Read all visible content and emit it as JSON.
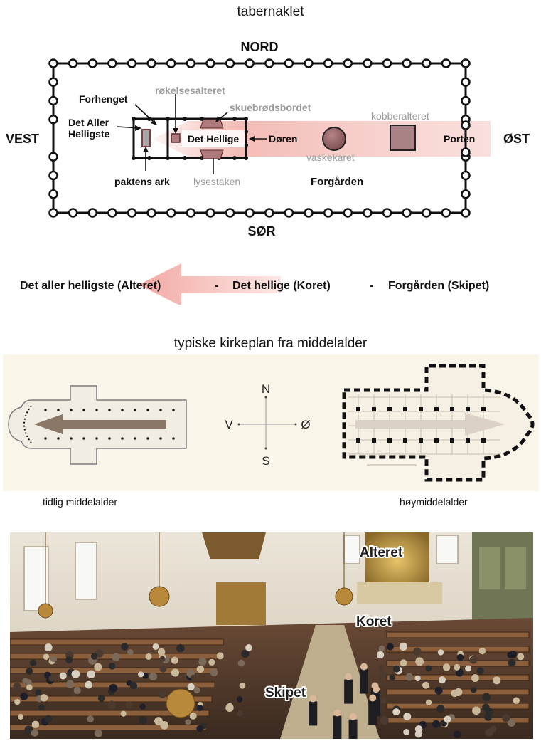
{
  "tabernacle": {
    "title": "tabernaklet",
    "north": "NORD",
    "south": "SØR",
    "west": "VEST",
    "east": "ØST",
    "forhenget": "Forhenget",
    "holiest_line1": "Det Aller",
    "holiest_line2": "Helligste",
    "incense_altar": "røkelsesalteret",
    "showbread_table": "skuebrødsbordet",
    "holy_place": "Det Hellige",
    "door": "Døren",
    "bronze_altar": "kobberalteret",
    "laver": "vaskekaret",
    "gate": "Porten",
    "ark": "paktens ark",
    "lampstand": "lysestaken",
    "courtyard": "Forgården"
  },
  "axis_line": {
    "part1": "Det aller helligste (Alteret)",
    "sep1": "-",
    "part2": "Det hellige (Koret)",
    "sep2": "-",
    "part3": "Forgården (Skipet)"
  },
  "church_plans": {
    "title": "typiske kirkeplan fra middelalder",
    "compass_n": "N",
    "compass_s": "S",
    "compass_v": "V",
    "compass_o": "Ø",
    "early_caption": "tidlig middelalder",
    "high_caption": "høymiddelalder"
  },
  "photo": {
    "altar": "Alteret",
    "choir": "Koret",
    "nave": "Skipet"
  },
  "colors": {
    "grey_label": "#9a9a9a",
    "arrow_pink": "#f3b9b4",
    "item_fill": "#a0666a",
    "dark": "#111111"
  }
}
